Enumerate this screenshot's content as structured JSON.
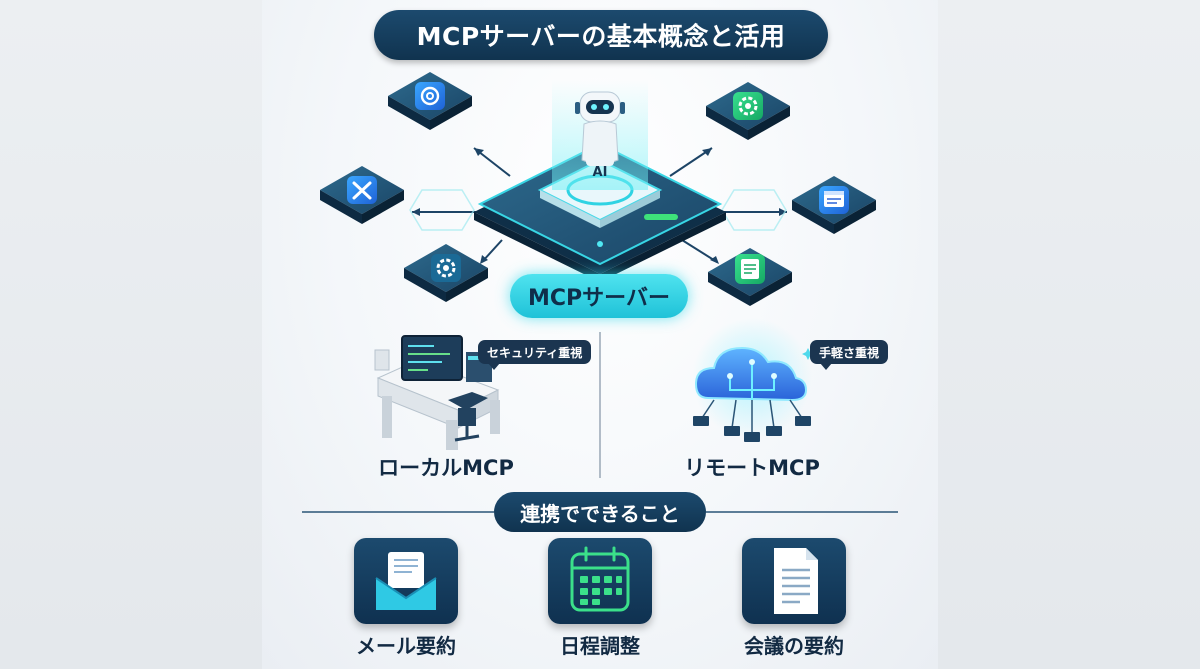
{
  "title": "MCPサーバーの基本概念と活用",
  "center": {
    "chip_label": "AI",
    "pill_label": "MCPサーバー"
  },
  "nodes": [
    {
      "name": "openai-logo-icon"
    },
    {
      "name": "gear-icon"
    },
    {
      "name": "tools-icon"
    },
    {
      "name": "browser-window-icon"
    },
    {
      "name": "gear-icon"
    },
    {
      "name": "document-icon"
    }
  ],
  "local": {
    "bubble": "セキュリティ重視",
    "label": "ローカルMCP"
  },
  "remote": {
    "bubble": "手軽さ重視",
    "label": "リモートMCP"
  },
  "section_title": "連携でできること",
  "uses": [
    {
      "label": "メール要約",
      "icon": "mail-icon"
    },
    {
      "label": "日程調整",
      "icon": "calendar-icon"
    },
    {
      "label": "会議の要約",
      "icon": "document-icon"
    }
  ],
  "colors": {
    "navy": "#10334f",
    "cyan": "#2fd3e3",
    "teal": "#1fa9b8",
    "text": "#122a43"
  }
}
